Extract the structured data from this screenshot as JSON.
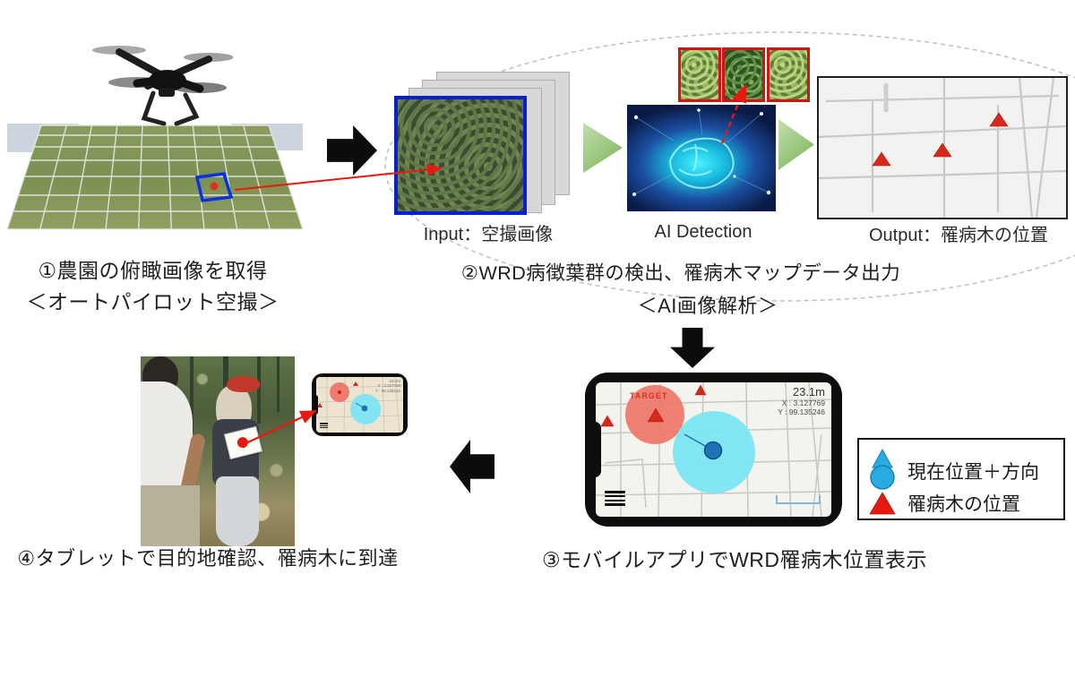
{
  "step1": {
    "caption": "①農園の俯瞰画像を取得",
    "subcaption": "＜オートパイロット空撮＞"
  },
  "step2": {
    "caption": "②WRD病徴葉群の検出、罹病木マップデータ出力",
    "subcaption": "＜AI画像解析＞",
    "input_label": "Input：空撮画像",
    "ai_label": "AI Detection",
    "output_label": "Output：罹病木の位置"
  },
  "step3": {
    "caption": "③モバイルアプリでWRD罹病木位置表示",
    "app": {
      "distance": "23.1m",
      "coord_x": "X : 3.127769",
      "coord_y": "Y : 99.135246",
      "target_label": "TARGET"
    },
    "legend": {
      "items": [
        {
          "icon": "current-location-pin",
          "label": "現在位置＋方向"
        },
        {
          "icon": "diseased-tree-triangle",
          "label": "罹病木の位置"
        }
      ]
    }
  },
  "step4": {
    "caption": "④タブレットで目的地確認、罹病木に到達"
  },
  "colors": {
    "diseased_marker_red": "#d6291a",
    "target_zone_red": "#ee7365",
    "current_location_cyan": "#7ce5f2",
    "legend_pin_blue": "#29abe2",
    "input_border_blue": "#0a1fd0",
    "flow_triangle_green": "#96c478",
    "block_arrow_black": "#0c0c0c"
  }
}
